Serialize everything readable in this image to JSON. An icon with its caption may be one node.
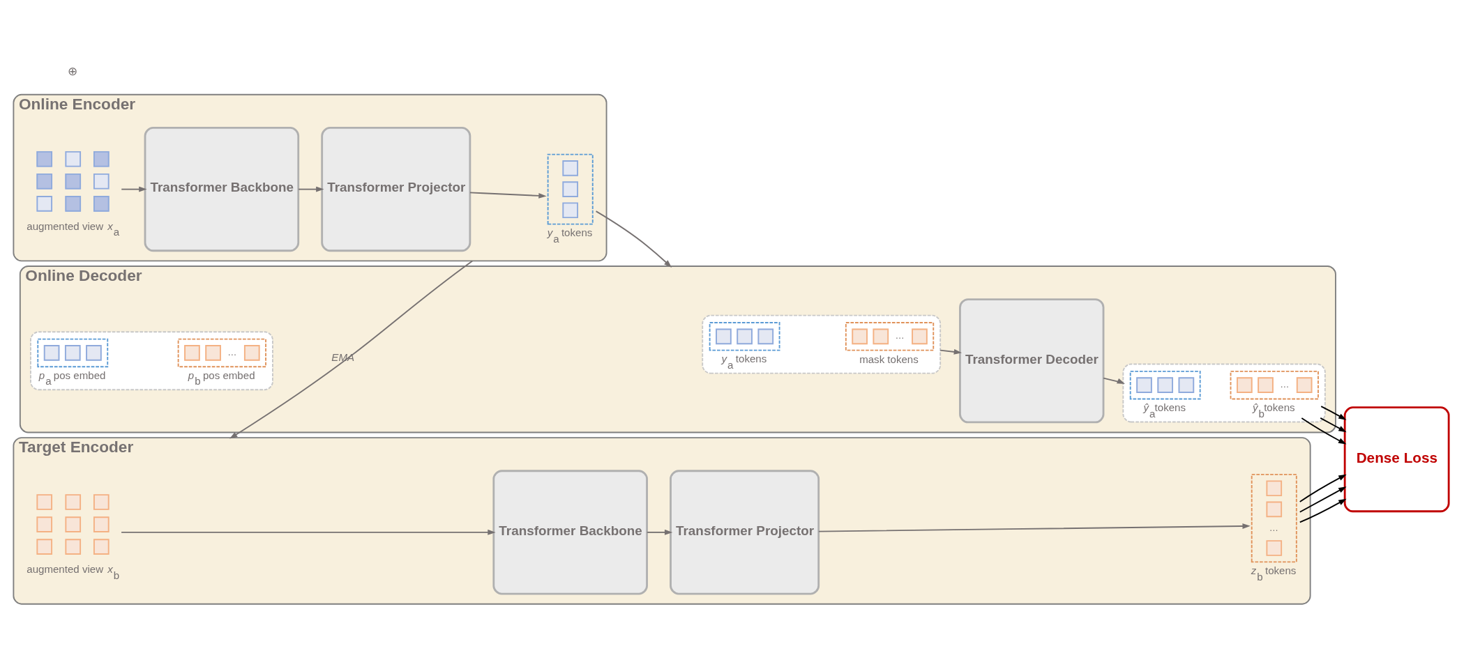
{
  "diagram": {
    "nodes": [
      {
        "text": [
          "Online Encoder"
        ]
      },
      {
        "text": [],
        "shape": "box",
        "in": 0,
        "beside": [
          "augmented view *x*$_{a}$"
        ]
      },
      {
        "text": [
          "Transformer Backbone"
        ],
        "in": 0
      },
      {
        "text": [
          "Transformer Projector"
        ],
        "in": 0
      },
      {
        "text": [],
        "shape": "box",
        "in": 0,
        "beside": [
          "*y*$_{a}$ tokens"
        ]
      },
      {
        "text": [
          "Online Decoder"
        ]
      },
      {
        "text": [],
        "shape": "box",
        "in": 5
      },
      {
        "text": [],
        "shape": "box",
        "in": 6,
        "beside": [
          "*y*$_{a}$ tokens"
        ]
      },
      {
        "text": [
          "…"
        ],
        "in": 6,
        "beside": [
          "mask tokens"
        ]
      },
      {
        "text": [],
        "shape": "box",
        "in": 5
      },
      {
        "text": [],
        "shape": "box",
        "in": 9,
        "beside": [
          "*p*$_{a}$ pos embed"
        ]
      },
      {
        "text": [
          "…"
        ],
        "in": 9,
        "beside": [
          "*p*$_{b}$ pos embed"
        ]
      },
      {
        "text": [
          "Transformer Decoder"
        ],
        "in": 5
      },
      {
        "text": [],
        "shape": "box",
        "in": 5
      },
      {
        "text": [],
        "shape": "box",
        "in": 13,
        "beside": [
          "*ŷ*$_{a}$tokens"
        ]
      },
      {
        "text": [
          "…"
        ],
        "in": 13,
        "beside": [
          "*ŷ*$_{b}$tokens"
        ]
      },
      {
        "text": [
          "Target Encoder"
        ]
      },
      {
        "text": [],
        "shape": "box",
        "in": 16,
        "beside": [
          "augmented view *x*$_{b}$"
        ]
      },
      {
        "text": [
          "Transformer Backbone"
        ],
        "in": 16
      },
      {
        "text": [
          "Transformer Projector"
        ],
        "in": 16
      },
      {
        "text": [
          "…"
        ],
        "in": 16,
        "beside": [
          "*z*$_{b}$ tokens"
        ]
      },
      {
        "text": [
          "Dense Loss"
        ]
      }
    ],
    "edges": [
      {
        "from": 1,
        "to": 2,
        "arrow": "to"
      },
      {
        "from": 2,
        "to": 3,
        "arrow": "to"
      },
      {
        "from": 3,
        "to": 4,
        "arrow": "to"
      },
      {
        "from": 4,
        "to": 5,
        "arrow": "to"
      },
      {
        "from": 6,
        "to": 12,
        "arrow": "to"
      },
      {
        "from": 12,
        "to": 13,
        "arrow": "to"
      },
      {
        "from": 15,
        "to": 21,
        "arrow": "to",
        "color": "#000000"
      },
      {
        "from": 15,
        "to": 21,
        "arrow": "to",
        "color": "#000000"
      },
      {
        "from": 15,
        "to": 21,
        "arrow": "to",
        "color": "#000000"
      },
      {
        "from": 0,
        "to": 16,
        "arrow": "to",
        "label": "*EMA*"
      },
      {
        "from": 17,
        "to": 18,
        "arrow": "to"
      },
      {
        "from": 18,
        "to": 19,
        "arrow": "to"
      },
      {
        "from": 19,
        "to": 20,
        "arrow": "to"
      },
      {
        "from": 20,
        "to": 21,
        "arrow": "to",
        "color": "#000000"
      },
      {
        "from": 20,
        "to": 21,
        "arrow": "to",
        "color": "#000000"
      },
      {
        "from": 20,
        "to": 21,
        "arrow": "to",
        "color": "#000000"
      }
    ],
    "labels": [
      "⊕"
    ]
  }
}
